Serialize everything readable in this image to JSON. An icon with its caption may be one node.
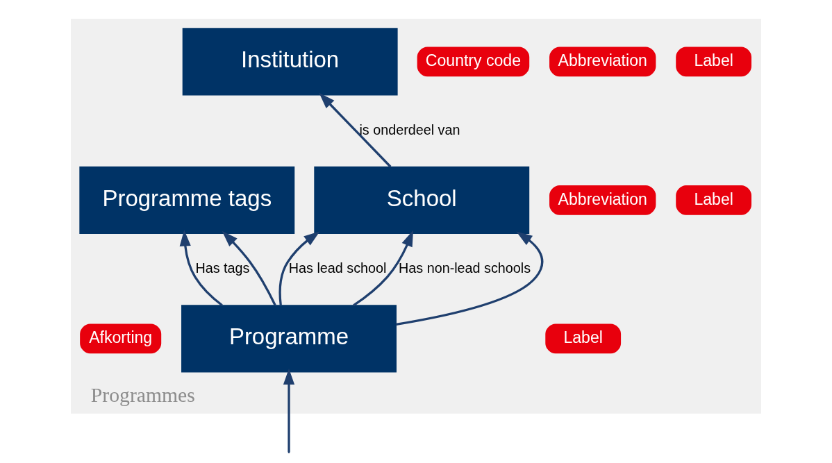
{
  "diagram": {
    "nodes": [
      {
        "text": [
          "Programmes"
        ]
      },
      {
        "text": [
          "Label"
        ],
        "in": 0
      },
      {
        "text": [
          "Abbreviation"
        ],
        "in": 0
      },
      {
        "text": [
          "Institution"
        ],
        "in": 0
      },
      {
        "text": [
          "Country code"
        ],
        "in": 0
      },
      {
        "text": [
          "Label"
        ],
        "in": 0
      },
      {
        "text": [
          "Abbreviation"
        ],
        "in": 0
      },
      {
        "text": [
          "Programme tags"
        ],
        "in": 0
      },
      {
        "text": [
          "School"
        ],
        "in": 0
      },
      {
        "text": [
          "Label"
        ],
        "in": 0
      },
      {
        "text": [
          "Programme"
        ],
        "in": 0
      },
      {
        "text": [
          "Afkorting"
        ],
        "in": 0
      }
    ],
    "edges": [
      {
        "from": 8,
        "to": 3,
        "arrow": "to",
        "label": "is onderdeel van"
      },
      {
        "from": 10,
        "to": 7,
        "arrow": "to",
        "label": "Has tags"
      },
      {
        "from": 10,
        "to": 7,
        "arrow": "to"
      },
      {
        "from": 10,
        "to": 8,
        "arrow": "to",
        "label": "Has lead school"
      },
      {
        "from": 10,
        "to": 8,
        "arrow": "to",
        "label": "Has non-lead schools"
      },
      {
        "from": 10,
        "to": 8,
        "arrow": "to"
      },
      {
        "from": null,
        "to": 10,
        "arrow": "to"
      }
    ]
  }
}
